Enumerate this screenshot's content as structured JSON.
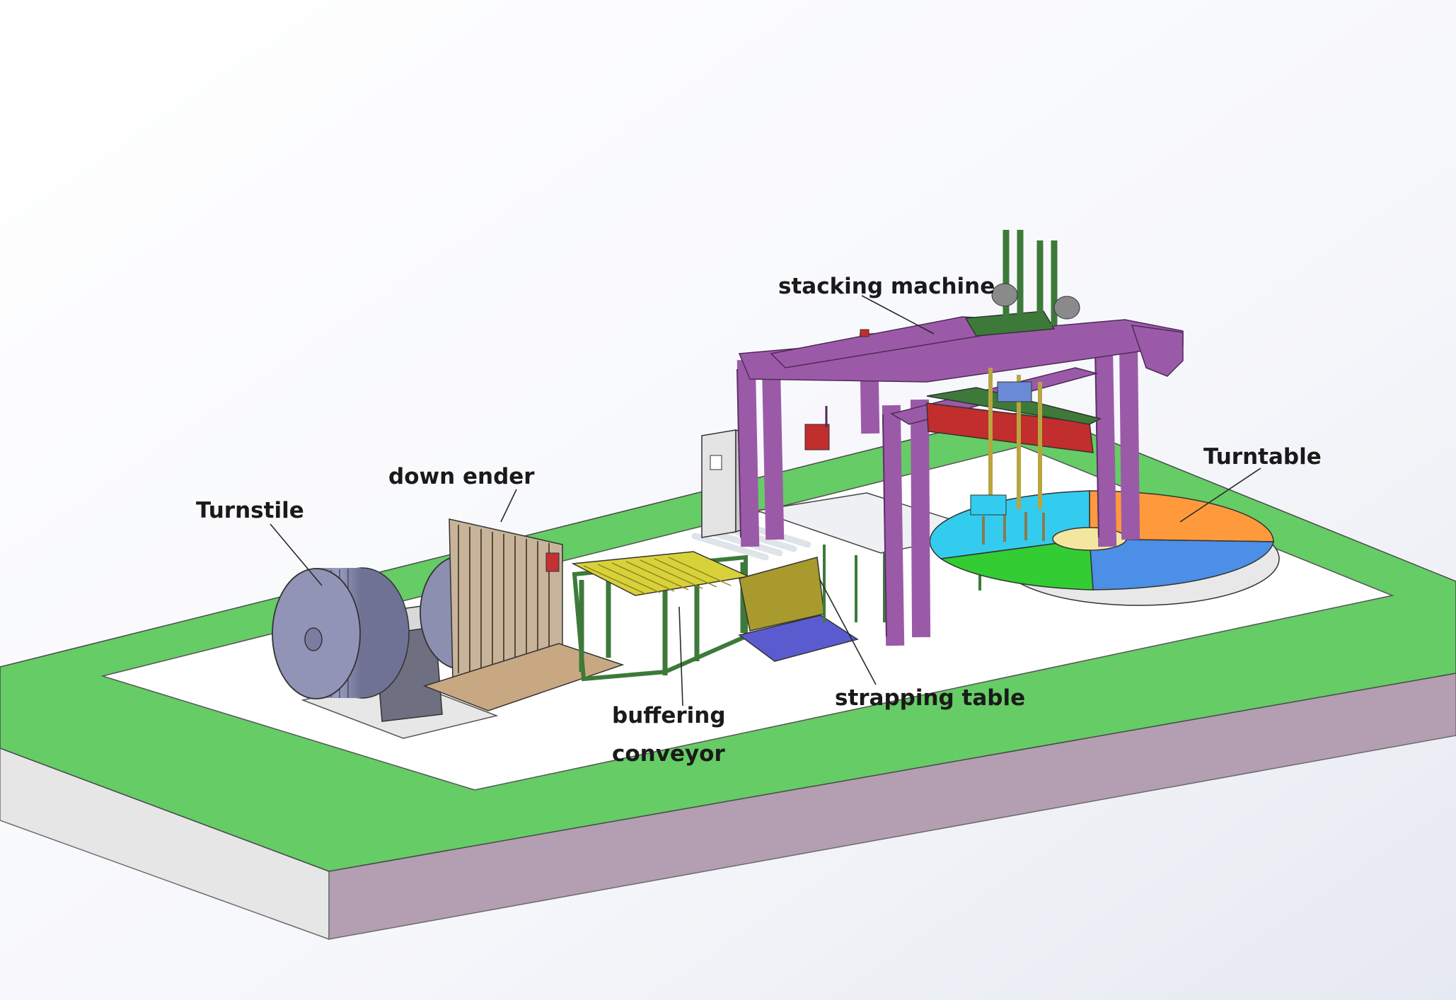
{
  "labels": {
    "stacking_machine": "stacking machine",
    "down_ender": "down ender",
    "turnstile": "Turnstile",
    "turntable": "Turntable",
    "buffering_line1": "buffering",
    "buffering_line2": "conveyor",
    "strapping_table": "strapping table"
  },
  "colors": {
    "background_top": "#ffffff",
    "background_bottom": "#e9ecf3",
    "base_green": "#66cc66",
    "base_side_left": "#e6e6e6",
    "base_side_front": "#b39fb1",
    "floor_white": "#ffffff",
    "gantry_purple": "#9b5aa8",
    "conveyor_yellow": "#d8d13a",
    "frame_green": "#3d7a3a",
    "turntable_orange": "#ff9a3c",
    "turntable_blue": "#4b8fe6",
    "turntable_green": "#33cc33",
    "turntable_cyan": "#33ccee",
    "coil_grey": "#8c8fb0",
    "strapping_blue": "#5b5bd0",
    "beam_red": "#c22d2d"
  }
}
